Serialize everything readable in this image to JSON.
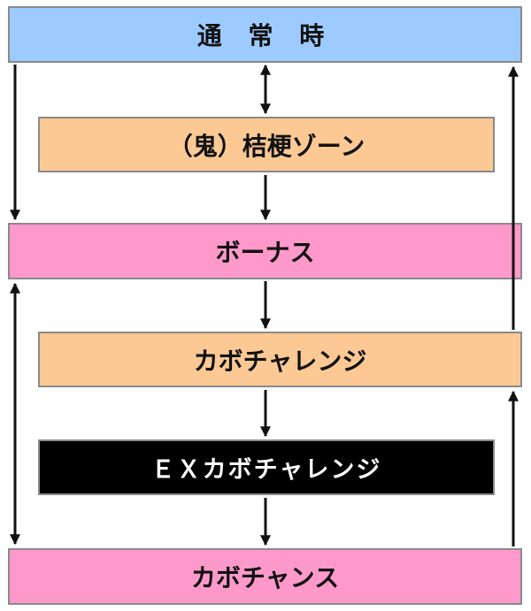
{
  "colors": {
    "normal": "#9ecbff",
    "zone": "#fcc994",
    "bonus": "#ff99cc",
    "kabo": "#fcc994",
    "ex": "#000000",
    "ex_text": "#ffffff",
    "chance": "#ff99cc",
    "border": "#8a8a8a",
    "arrow": "#111111"
  },
  "nodes": {
    "normal": "通 常 時",
    "zone": "（鬼）桔梗ゾーン",
    "bonus": "ボーナス",
    "kabo": "カボチャレンジ",
    "ex": "ＥＸカボチャレンジ",
    "chance": "カボチャンス"
  },
  "edges": [
    {
      "from": "normal",
      "to": "zone",
      "direction": "both"
    },
    {
      "from": "zone",
      "to": "bonus",
      "direction": "forward"
    },
    {
      "from": "normal",
      "to": "bonus",
      "direction": "forward"
    },
    {
      "from": "bonus",
      "to": "kabo",
      "direction": "forward"
    },
    {
      "from": "kabo",
      "to": "normal",
      "direction": "forward"
    },
    {
      "from": "kabo",
      "to": "ex",
      "direction": "forward"
    },
    {
      "from": "ex",
      "to": "chance",
      "direction": "forward"
    },
    {
      "from": "chance",
      "to": "kabo",
      "direction": "forward"
    },
    {
      "from": "bonus",
      "to": "chance",
      "direction": "both"
    }
  ]
}
